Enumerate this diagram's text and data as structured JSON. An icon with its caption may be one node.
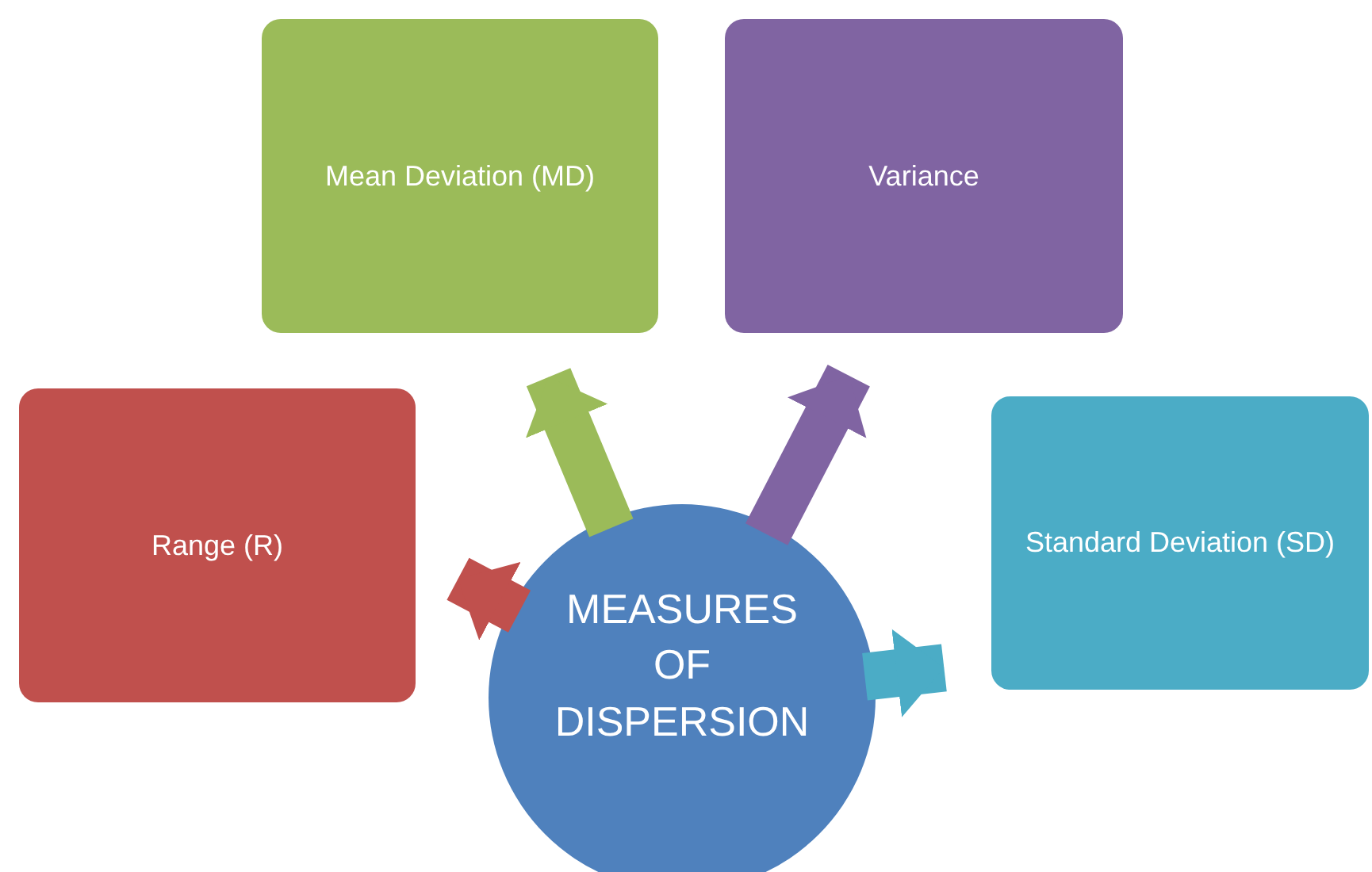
{
  "diagram": {
    "nodes": [
      {
        "text": [
          "Mean Deviation (MD)"
        ]
      },
      {
        "text": [
          "Variance"
        ]
      },
      {
        "text": [
          "Range (R)"
        ]
      },
      {
        "text": [
          "Standard Deviation (SD)"
        ]
      },
      {
        "text": [
          "MEASURES OF DISPERSION"
        ]
      }
    ],
    "edges": [
      {
        "from": 4,
        "to": 2,
        "arrow": "to",
        "color": "#c0504d"
      },
      {
        "from": 4,
        "to": 0,
        "arrow": "to",
        "color": "#9bbb59"
      },
      {
        "from": 4,
        "to": 1,
        "arrow": "to",
        "color": "#8064a2"
      },
      {
        "from": 4,
        "to": 3,
        "arrow": "to",
        "color": "#4bacc6"
      }
    ]
  }
}
